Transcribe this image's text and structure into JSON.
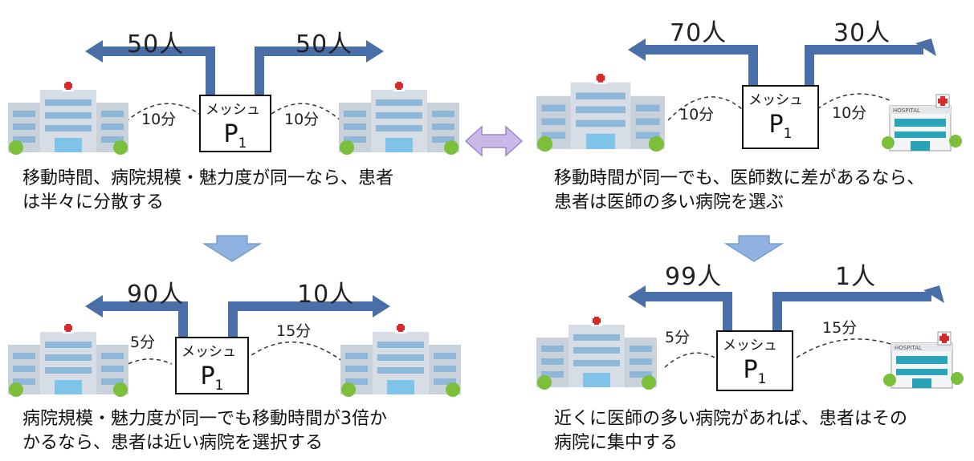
{
  "panels": [
    {
      "left_count": "50人",
      "right_count": "50人",
      "mesh_label": "メッシュ",
      "mesh_p": "P",
      "mesh_sub": "1",
      "left_time": "10分",
      "right_time": "10分",
      "caption_line1": "移動時間、病院規模・魅力度が同一なら、患者",
      "caption_line2": "は半々に分散する",
      "right_hospital": "large"
    },
    {
      "left_count": "70人",
      "right_count": "30人",
      "mesh_label": "メッシュ",
      "mesh_p": "P",
      "mesh_sub": "1",
      "left_time": "10分",
      "right_time": "10分",
      "caption_line1": "移動時間が同一でも、医師数に差があるなら、",
      "caption_line2": "患者は医師の多い病院を選ぶ",
      "right_hospital": "small",
      "small_hospital_sign": "HOSPITAL"
    },
    {
      "left_count": "90人",
      "right_count": "10人",
      "mesh_label": "メッシュ",
      "mesh_p": "P",
      "mesh_sub": "1",
      "left_time": "5分",
      "right_time": "15分",
      "caption_line1": "病院規模・魅力度が同一でも移動時間が3倍か",
      "caption_line2": "かるなら、患者は近い病院を選択する",
      "right_hospital": "large"
    },
    {
      "left_count": "99人",
      "right_count": "1人",
      "mesh_label": "メッシュ",
      "mesh_p": "P",
      "mesh_sub": "1",
      "left_time": "5分",
      "right_time": "15分",
      "caption_line1": "近くに医師の多い病院があれば、患者はその",
      "caption_line2": "病院に集中する",
      "right_hospital": "small",
      "small_hospital_sign": "HOSPITAL"
    }
  ],
  "colors": {
    "flow_arrow": "#4a6fa8",
    "down_arrow": "#8fb2e0",
    "compare_arrow": "#c9b8e8",
    "hospital_wall": "#c9d2db",
    "hospital_window": "#8fb8d8",
    "red_cross": "#d62b2b",
    "tree": "#7bbf3a"
  }
}
